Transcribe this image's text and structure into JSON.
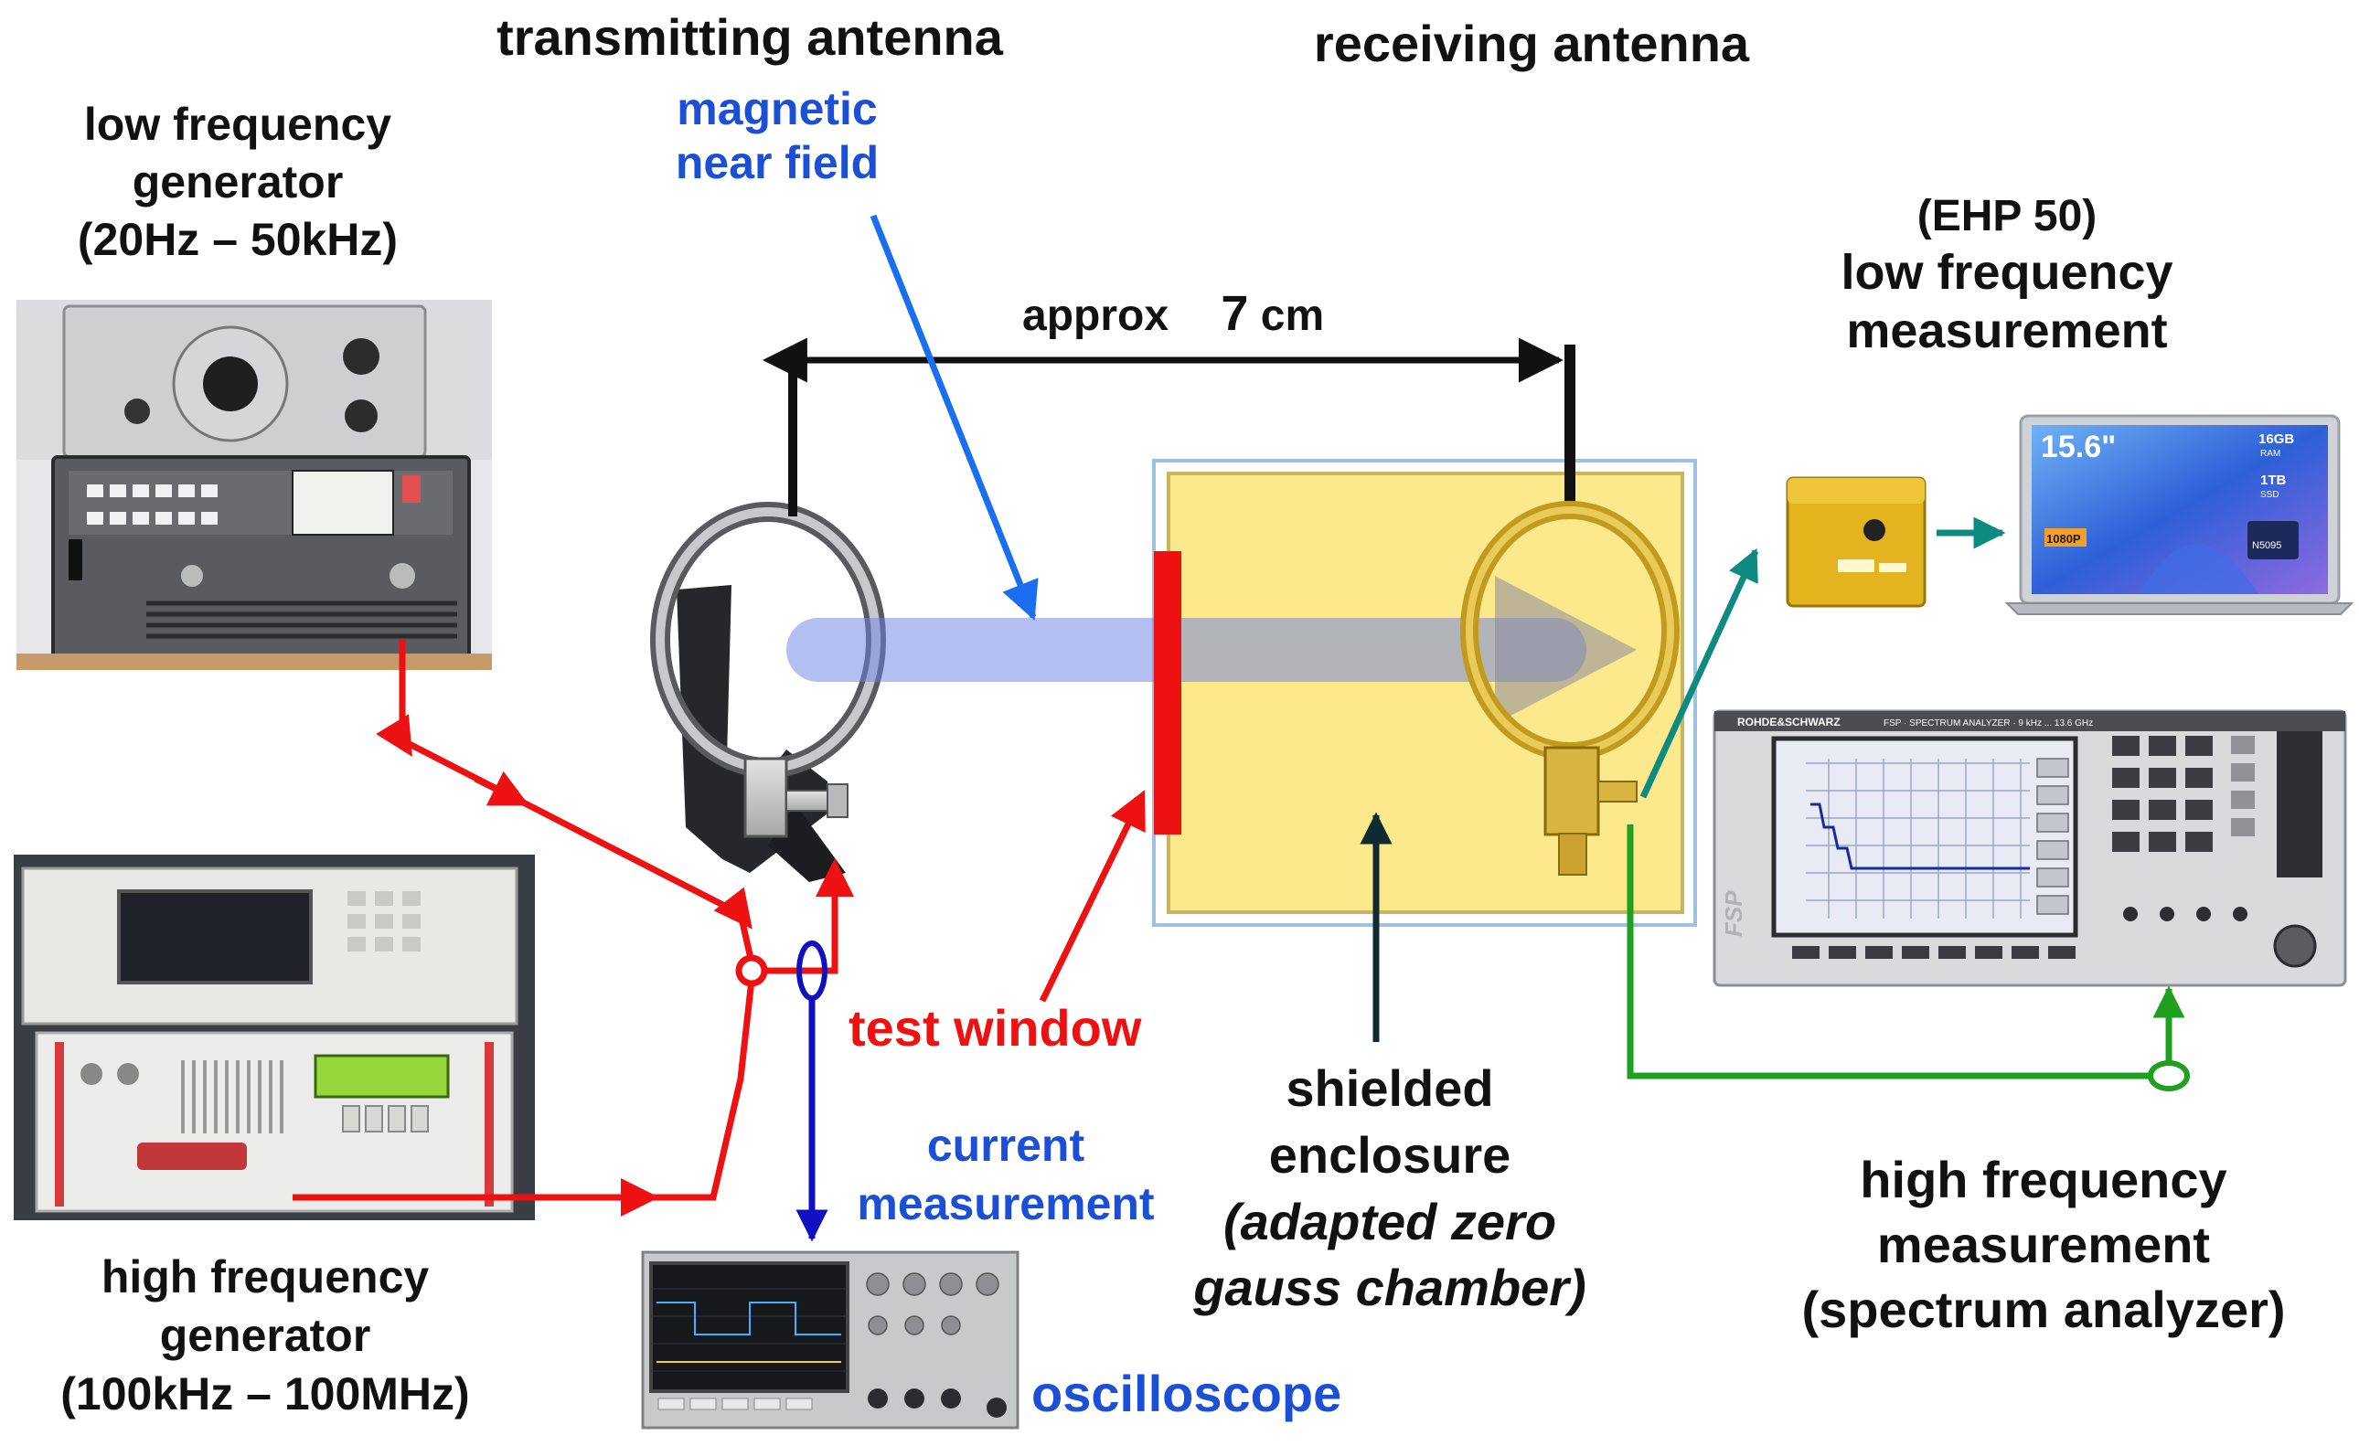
{
  "labels": {
    "transmitting_antenna": "transmitting antenna",
    "receiving_antenna": "receiving antenna",
    "magnetic_near_field": [
      "magnetic",
      "near field"
    ],
    "low_freq_generator": [
      "low frequency",
      "generator",
      "(20Hz – 50kHz)"
    ],
    "high_freq_generator": [
      "high frequency",
      "generator",
      "(100kHz – 100MHz)"
    ],
    "distance": {
      "approx": "approx",
      "value": "7",
      "unit": "cm"
    },
    "ehp": [
      "(EHP 50)",
      "low frequency",
      "measurement"
    ],
    "test_window": "test window",
    "shielded_enclosure": [
      "shielded",
      "enclosure",
      "(adapted zero",
      "gauss chamber)"
    ],
    "current_measurement": [
      "current",
      "measurement"
    ],
    "oscilloscope": "oscilloscope",
    "high_freq_measurement": [
      "high frequency",
      "measurement",
      "(spectrum analyzer)"
    ]
  },
  "device_text": {
    "laptop_screen_size": "15.6\"",
    "laptop_ram": "16GB",
    "laptop_ram_unit": "RAM",
    "laptop_ssd": "1TB",
    "laptop_ssd_unit": "SSD",
    "laptop_resolution": "1080P",
    "laptop_cpu": "N5095",
    "analyzer_brand": "ROHDE&SCHWARZ",
    "analyzer_model": "FSP · SPECTRUM ANALYZER · 9 kHz ... 13.6 GHz",
    "analyzer_logo": "FSP"
  },
  "colors": {
    "signal_red": "#ee1111",
    "current_blue": "#1010c0",
    "field_blue": "#1a6ff0",
    "teal_link": "#0e8a80",
    "green_link": "#1fa01f",
    "enclosure_fill": "#fbe98c",
    "enclosure_border": "#9cc3dc"
  },
  "icons": [
    "low-frequency-generator-icon",
    "high-frequency-generator-icon",
    "transmitting-loop-antenna-icon",
    "receiving-loop-antenna-icon",
    "ehp50-probe-icon",
    "laptop-icon",
    "spectrum-analyzer-icon",
    "oscilloscope-icon"
  ]
}
